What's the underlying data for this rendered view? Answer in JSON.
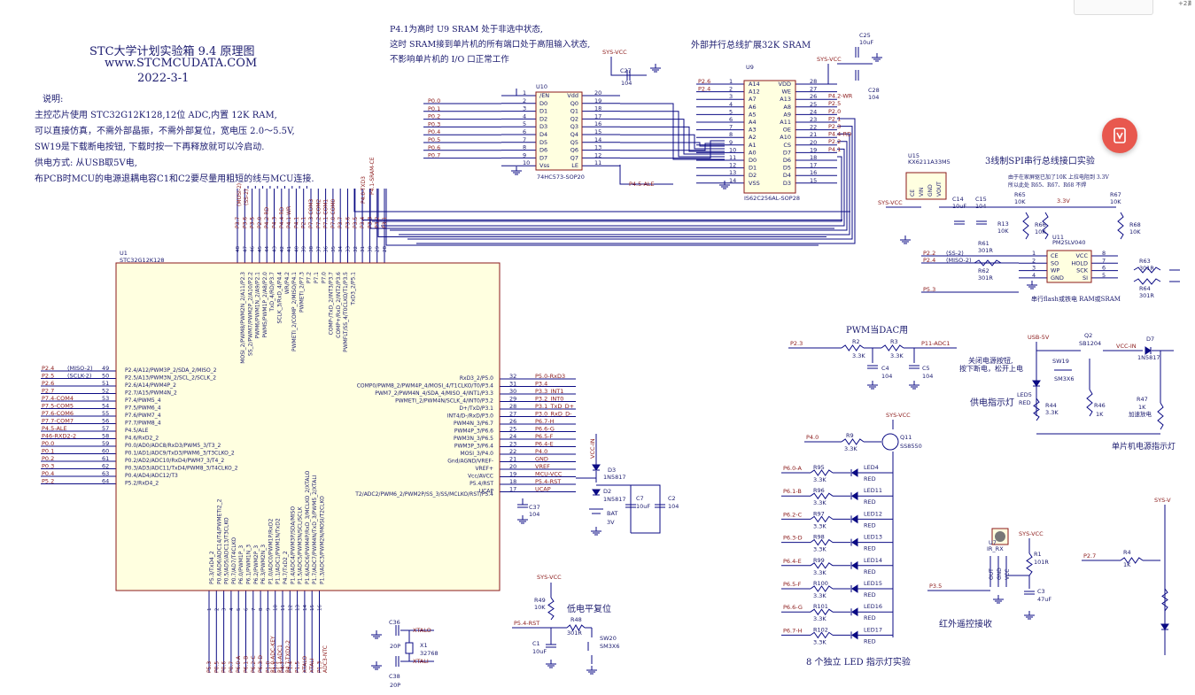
{
  "header": {
    "title": "STC大学计划实验箱 9.4 原理图",
    "website": "www.STCMCUDATA.COM",
    "date": "2022-3-1"
  },
  "notes": {
    "heading": "说明:",
    "lines": [
      "主控芯片使用 STC32G12K128,12位 ADC,内置 12K RAM,",
      "可以直接仿真，不需外部晶振，不需外部复位，宽电压 2.0～5.5V,",
      "SW19是下载断电按钮, 下载时按一下再释放就可以冷启动.",
      "供电方式: 从USB取5V电,",
      "布PCB时MCU的电源退耦电容C1和C2要尽量用粗短的线与MCU连接."
    ]
  },
  "sram_note": {
    "lines": [
      "P4.1为高时 U9 SRAM 处于非选中状态,",
      "这时 SRAM接到单片机的所有端口处于高阻输入状态,",
      "不影响单片机的 I/O 口正常工作"
    ],
    "title": "外部并行总线扩展32K SRAM"
  },
  "sections": {
    "spi": "3线制SPI串行总线接口实验",
    "spi_note1": "由于在家屏驱已加了10K 上拉电阻到 3.3V",
    "spi_note2": "所以此处 R65、R67、R68 不焊",
    "spi_bottom": "串行flash或铁电 RAM或SRAM",
    "pwm_dac": "PWM当DAC用",
    "power_indicator": "供电指示灯",
    "mcu_indicator": "单片机电源指示灯",
    "switch_note1": "关闭电源按钮,",
    "switch_note2": "按下断电，松开上电",
    "reset": "低电平复位",
    "led": "8 个独立 LED 指示灯实验",
    "ir": "红外遥控接收",
    "led5_desc": "加速放电"
  },
  "nets": {
    "sys_vcc": "SYS-VCC",
    "usb_5v": "USB-5V",
    "vcc_in": "VCC-IN",
    "v33": "3.3V",
    "p41_wr": "P4.1-WR"
  },
  "u1": {
    "ref": "U1",
    "part": "STC32G12K128",
    "left_nets": [
      {
        "net": "P2.4",
        "desc": "(MISO-2)",
        "num": "49",
        "fn": "P2.4/A12/PWM3P_2/SDA_2/MISO_2"
      },
      {
        "net": "P2.5",
        "desc": "(SCLK-2)",
        "num": "50",
        "fn": "P2.5/A13/PWM3N_2/SCL_2/SCLK_2"
      },
      {
        "net": "P2.6",
        "desc": "",
        "num": "51",
        "fn": "P2.6/A14/PWM4P_2"
      },
      {
        "net": "P2.7",
        "desc": "",
        "num": "52",
        "fn": "P2.7/A15/PWM4N_2"
      },
      {
        "net": "P7.4-COM4",
        "desc": "",
        "num": "53",
        "fn": "P7.4/PWM5_4"
      },
      {
        "net": "P7.5-COM5",
        "desc": "",
        "num": "54",
        "fn": "P7.5/PWM6_4"
      },
      {
        "net": "P7.6-COM6",
        "desc": "",
        "num": "55",
        "fn": "P7.6/PWM7_4"
      },
      {
        "net": "P7.7-COM7",
        "desc": "",
        "num": "56",
        "fn": "P7.7/PWM8_4"
      },
      {
        "net": "P4.5-ALE",
        "desc": "",
        "num": "57",
        "fn": "P4.5/ALE"
      },
      {
        "net": "P46-RXD2-2",
        "desc": "",
        "num": "58",
        "fn": "P4.6/RxD2_2"
      },
      {
        "net": "P0.0",
        "desc": "",
        "num": "59",
        "fn": "P0.0/AD0/ADC8/RxD3/PWM5_3/T3_2"
      },
      {
        "net": "P0.1",
        "desc": "",
        "num": "60",
        "fn": "P0.1/AD1/ADC9/TxD3/PWM6_3/T3CLKO_2"
      },
      {
        "net": "P0.2",
        "desc": "",
        "num": "61",
        "fn": "P0.2/AD2/ADC10/RxD4/PWM7_3/T4_2"
      },
      {
        "net": "P0.3",
        "desc": "",
        "num": "62",
        "fn": "P0.3/AD3/ADC11/TxD4/PWM8_3/T4CLKO_2"
      },
      {
        "net": "P0.4",
        "desc": "",
        "num": "63",
        "fn": "P0.4/AD4/ADC12/T3"
      },
      {
        "net": "P5.2",
        "desc": "",
        "num": "64",
        "fn": "P5.2/RxD4_2"
      }
    ],
    "right_nets": [
      {
        "num": "32",
        "fn": "RxD3_2/P5.0",
        "net": "P5.0-RxD3"
      },
      {
        "num": "31",
        "fn": "COMP0/PWM8_2/PWM4P_4/MOSI_4/T1CLKO/T0/P3.4",
        "net": "P3.4"
      },
      {
        "num": "30",
        "fn": "PWM7_2/PWM4N_4/SDA_4/MISO_4/INT1/P3.3",
        "net": "P3.3_INT1"
      },
      {
        "num": "29",
        "fn": "PWMETI_2/PWM4N/SCLK_4/INT0/P3.2",
        "net": "P3.2_INT0"
      },
      {
        "num": "28",
        "fn": "D+/TxD/P3.1",
        "net": "P3.1_TxD_D+"
      },
      {
        "num": "27",
        "fn": "INT4/D-/RxD/P3.0",
        "net": "P3.0_RxD_D-"
      },
      {
        "num": "26",
        "fn": "PWM4N_3/P6.7",
        "net": "P6.7-H"
      },
      {
        "num": "25",
        "fn": "PWM4P_3/P6.6",
        "net": "P6.6-G"
      },
      {
        "num": "24",
        "fn": "PWM3N_3/P6.5",
        "net": "P6.5-F"
      },
      {
        "num": "23",
        "fn": "PWM3P_3/P6.4",
        "net": "P6.4-E"
      },
      {
        "num": "22",
        "fn": "MOSI_3/P4.0",
        "net": "P4.0"
      },
      {
        "num": "21",
        "fn": "Gnd/AGND/VREF-",
        "net": "GND"
      },
      {
        "num": "20",
        "fn": "VREF+",
        "net": "VREF"
      },
      {
        "num": "19",
        "fn": "Vcc/AVCC",
        "net": "MCU-VCC"
      },
      {
        "num": "18",
        "fn": "P5.4/RST",
        "net": "P5.4-RST"
      },
      {
        "num": "17",
        "fn": "UCAP",
        "net": "UCAP"
      },
      {
        "num": "",
        "fn": "T2/ADC2/PWM6_2/PWM2P/SS_3/SS/MCLKO/RST/P5.4",
        "net": ""
      }
    ],
    "top_nets": [
      "P3.7",
      "P3.6",
      "P3.5",
      "P2.0",
      "P4.2-RD",
      "P4.3",
      "P4.4-RD",
      "P4.1-WR",
      "P4.1",
      "P2.1",
      "P7.3-COM3",
      "P7.2-COM2",
      "P7.1-COM1",
      "P7.0-COM0",
      "P3.7",
      "P3.6",
      "P3.5",
      "P3.4",
      "P3.3",
      "P3.2",
      "P3.1"
    ],
    "top_extra": [
      "(MOSI-2)",
      "(SS-2)",
      "P4.1-SRAM-CE",
      "P4.0-TXD3"
    ],
    "top_fns": [
      "MOSI_2/PWM8/PWM2N_2/A11/P2.3",
      "SS_2/PWM7/PWM2P_2/A10/P2.2",
      "PWM6/PWM1N_2/A9/P2.1",
      "PWM5/PWM1P_2/A8/P2.0",
      "TxD_4/RD/P3.7",
      "SCLK_3/RxD_4/P4.4",
      "WR/P4.2",
      "PWMETI_2/COMP_2/MISO/P4.1",
      "PWMETI_2/P7.3",
      "P7.2",
      "P7.1",
      "P7.0",
      "COMP-/TxD_2/INT3/P3.7",
      "COMP+/RxD_2/INT2/P3.6",
      "PWMFLT/SS_4/T0CLKO/T1/P3.5",
      "TxD3_2/P5.1"
    ],
    "bottom_fns": [
      "P5.3/TxD4_2",
      "P0.6/AD6/ADC14/T4/PWMETI2_2",
      "P0.5/AD5/ADC13/T3CLKO",
      "P0.7/AD7/T4CLKO",
      "P6.0/PWM1P_3",
      "P6.1/PWM1N_3",
      "P6.2/PWM2P_3",
      "P6.3/PWM2N_3",
      "P1.0/ADC0/PWM1P/RxD2",
      "P1.1/ADC1/PWM1N/TxD2",
      "P4.7/TxD2_2",
      "P1.4/ADC4/PWM3P/SDA/MISO",
      "P1.5/ADC5/PWM3N/SCL/SCLK",
      "P1.6/ADC6/PWM4P/RxD_3/MCLKO_2/XTALO",
      "P1.7/ADC7/PWM4N/TxD_3/PWM5_2/XTALI",
      "P1.3/ADC3/PWM2N/MOSI/T2CLKO"
    ],
    "bottom_nets": [
      "P5.3",
      "P0.5",
      "P0.6",
      "P0.7",
      "P6.0-A",
      "P6.1-B",
      "P6.2-C",
      "P6.3-D",
      "P1.0",
      "P1.1",
      "P4.7",
      "P1.4",
      "P1.5",
      "XTALO",
      "XTALI",
      "P1.3"
    ],
    "bottom_nets2": [
      "P1.0-ADC-KEY",
      "P1.1-ADC1",
      "P4.7-TXD2-2",
      "ADC3-NTC"
    ]
  },
  "u10": {
    "ref": "U10",
    "part": "74HC573-SOP20",
    "left_pins": [
      {
        "num": "1",
        "name": "/EN"
      },
      {
        "num": "2",
        "name": "D0"
      },
      {
        "num": "3",
        "name": "D1"
      },
      {
        "num": "4",
        "name": "D2"
      },
      {
        "num": "5",
        "name": "D3"
      },
      {
        "num": "6",
        "name": "D4"
      },
      {
        "num": "7",
        "name": "D5"
      },
      {
        "num": "8",
        "name": "D6"
      },
      {
        "num": "9",
        "name": "D7"
      },
      {
        "num": "10",
        "name": "Vss"
      }
    ],
    "right_pins": [
      {
        "num": "20",
        "name": "Vdd"
      },
      {
        "num": "19",
        "name": "Q0"
      },
      {
        "num": "18",
        "name": "Q1"
      },
      {
        "num": "17",
        "name": "Q2"
      },
      {
        "num": "16",
        "name": "Q3"
      },
      {
        "num": "15",
        "name": "Q4"
      },
      {
        "num": "14",
        "name": "Q5"
      },
      {
        "num": "13",
        "name": "Q6"
      },
      {
        "num": "12",
        "name": "Q7"
      },
      {
        "num": "11",
        "name": "LE"
      }
    ],
    "nets": [
      "P0.0",
      "P0.1",
      "P0.2",
      "P0.3",
      "P0.4",
      "P0.5",
      "P0.6",
      "P0.7"
    ],
    "le_net": "P4.5-ALE",
    "cap": {
      "ref": "C27",
      "value": "104"
    }
  },
  "u9": {
    "ref": "U9",
    "part": "IS62C256AL-SOP28",
    "left_pins": [
      {
        "num": "1",
        "name": "A14"
      },
      {
        "num": "2",
        "name": "A12"
      },
      {
        "num": "3",
        "name": "A7"
      },
      {
        "num": "4",
        "name": "A6"
      },
      {
        "num": "5",
        "name": "A5"
      },
      {
        "num": "6",
        "name": "A4"
      },
      {
        "num": "7",
        "name": "A3"
      },
      {
        "num": "8",
        "name": "A2"
      },
      {
        "num": "9",
        "name": "A1"
      },
      {
        "num": "10",
        "name": "A0"
      },
      {
        "num": "11",
        "name": "D0"
      },
      {
        "num": "12",
        "name": "D1"
      },
      {
        "num": "13",
        "name": "D2"
      },
      {
        "num": "14",
        "name": "VSS"
      }
    ],
    "right_pins": [
      {
        "num": "28",
        "name": "VDD"
      },
      {
        "num": "27",
        "name": "WE"
      },
      {
        "num": "26",
        "name": "A13"
      },
      {
        "num": "25",
        "name": "A8"
      },
      {
        "num": "24",
        "name": "A9"
      },
      {
        "num": "23",
        "name": "A11"
      },
      {
        "num": "22",
        "name": "OE"
      },
      {
        "num": "21",
        "name": "A10"
      },
      {
        "num": "20",
        "name": "CS"
      },
      {
        "num": "19",
        "name": "D7"
      },
      {
        "num": "18",
        "name": "D6"
      },
      {
        "num": "17",
        "name": "D5"
      },
      {
        "num": "16",
        "name": "D4"
      },
      {
        "num": "15",
        "name": "D3"
      }
    ],
    "left_nets": [
      "P2.6",
      "P2.4"
    ],
    "right_nets": [
      "",
      "P4.2-WR",
      "P2.5",
      "P2.0",
      "P2.1",
      "P2.3",
      "P4.4-RD",
      "P2.2",
      "P4.1"
    ],
    "caps": [
      {
        "ref": "C25",
        "value": "10uF"
      },
      {
        "ref": "C28",
        "value": "104"
      }
    ]
  },
  "u15": {
    "ref": "U15",
    "part": "KX6211A33M5",
    "pins": [
      "CE",
      "VIN",
      "GND",
      "VOUT"
    ]
  },
  "u11": {
    "ref": "U11",
    "part": "PM25LV040",
    "left_pins": [
      {
        "num": "1",
        "name": "CE"
      },
      {
        "num": "2",
        "name": "SO"
      },
      {
        "num": "3",
        "name": "WP"
      },
      {
        "num": "4",
        "name": "GND"
      }
    ],
    "right_pins": [
      {
        "num": "8",
        "name": "VCC"
      },
      {
        "num": "7",
        "name": "HOLD"
      },
      {
        "num": "6",
        "name": "SCK"
      },
      {
        "num": "5",
        "name": "SI"
      }
    ],
    "left_nets": [
      {
        "net": "P2.2",
        "desc": "(SS-2)"
      },
      {
        "net": "P2.4",
        "desc": "(MISO-2)"
      },
      {
        "net": "P5.3",
        "desc": ""
      }
    ]
  },
  "spi_parts": [
    {
      "ref": "C14",
      "value": "10uF"
    },
    {
      "ref": "C15",
      "value": "104"
    },
    {
      "ref": "R65",
      "value": "10K"
    },
    {
      "ref": "R13",
      "value": "10K"
    },
    {
      "ref": "R66",
      "value": "10K"
    },
    {
      "ref": "R67",
      "value": "10K"
    },
    {
      "ref": "R68",
      "value": "10K"
    },
    {
      "ref": "R61",
      "value": "301R"
    },
    {
      "ref": "R62",
      "value": "301R"
    },
    {
      "ref": "R63",
      "value": "301R"
    },
    {
      "ref": "R64",
      "value": "301R"
    }
  ],
  "pwm_parts": {
    "net_in": "P2.3",
    "net_out": "P11-ADC1",
    "r2": {
      "ref": "R2",
      "value": "3.3K"
    },
    "r3": {
      "ref": "R3",
      "value": "3.3K"
    },
    "c4": {
      "ref": "C4",
      "value": "104"
    },
    "c5": {
      "ref": "C5",
      "value": "104"
    }
  },
  "power_parts": {
    "sw19": {
      "ref": "SW19",
      "part": "SM3X6"
    },
    "q2": {
      "ref": "Q2",
      "part": "SB1204"
    },
    "d7": {
      "ref": "D7",
      "part": "1N5817"
    },
    "led5": {
      "ref": "LED5",
      "value": "RED"
    },
    "r44": {
      "ref": "R44",
      "value": "3.3K"
    },
    "r46": {
      "ref": "R46",
      "value": "1K"
    },
    "r47": {
      "ref": "R47",
      "value": "1K"
    }
  },
  "mcu_power": {
    "d3": {
      "ref": "D3",
      "part": "1N5817"
    },
    "d2": {
      "ref": "D2",
      "part": "1N5817"
    },
    "bat": {
      "ref": "BAT",
      "value": "3V"
    },
    "c7": {
      "ref": "C7",
      "value": "10uF"
    },
    "c2": {
      "ref": "C2",
      "value": "104"
    },
    "c37": {
      "ref": "C37",
      "value": "104"
    },
    "vcc_in_label": "VCC-IN"
  },
  "reset_parts": {
    "r49": {
      "ref": "R49",
      "value": "10K"
    },
    "r48": {
      "ref": "R48",
      "value": "301R"
    },
    "c1": {
      "ref": "C1",
      "value": "10uF"
    },
    "sw20": {
      "ref": "SW20",
      "part": "SM3X6"
    },
    "net": "P5.4-RST"
  },
  "crystal": {
    "c36": {
      "ref": "C36",
      "value": "20P"
    },
    "c38": {
      "ref": "C38",
      "value": "20P"
    },
    "x1": {
      "ref": "X1",
      "value": "32768"
    },
    "xo": "XTALO",
    "xi": "XTALI"
  },
  "led_block": {
    "q11": {
      "ref": "Q11",
      "part": "SS8550"
    },
    "r9": {
      "ref": "R9",
      "value": "3.3K"
    },
    "base_net": "P4.0",
    "rows": [
      {
        "net": "P6.0-A",
        "r": "R95",
        "led": "LED4"
      },
      {
        "net": "P6.1-B",
        "r": "R96",
        "led": "LED11"
      },
      {
        "net": "P6.2-C",
        "r": "R97",
        "led": "LED12"
      },
      {
        "net": "P6.3-D",
        "r": "R98",
        "led": "LED13"
      },
      {
        "net": "P6.4-E",
        "r": "R99",
        "led": "LED14"
      },
      {
        "net": "P6.5-F",
        "r": "R100",
        "led": "LED15"
      },
      {
        "net": "P6.6-G",
        "r": "R101",
        "led": "LED16"
      },
      {
        "net": "P6.7-H",
        "r": "R102",
        "led": "LED17"
      }
    ],
    "rval": "3.3K",
    "color": "RED"
  },
  "ir_block": {
    "u7": {
      "ref": "U7",
      "part": "IR_RX"
    },
    "pins": [
      "OUT",
      "GND",
      "VCC"
    ],
    "r1": {
      "ref": "R1",
      "value": "101R"
    },
    "c3": {
      "ref": "C3",
      "value": "47uF"
    },
    "net": "P3.5"
  },
  "right_edge": {
    "net": "P2.7",
    "r4": {
      "ref": "R4",
      "value": "1K"
    },
    "sys": "SYS-V"
  },
  "colors": {
    "wire": "#0b0b84",
    "net": "#8b1a1a",
    "chip": "#ffffe0",
    "chip_border": "#8b1a1a",
    "text": "#1a1a6e",
    "accent": "#e8584e"
  }
}
